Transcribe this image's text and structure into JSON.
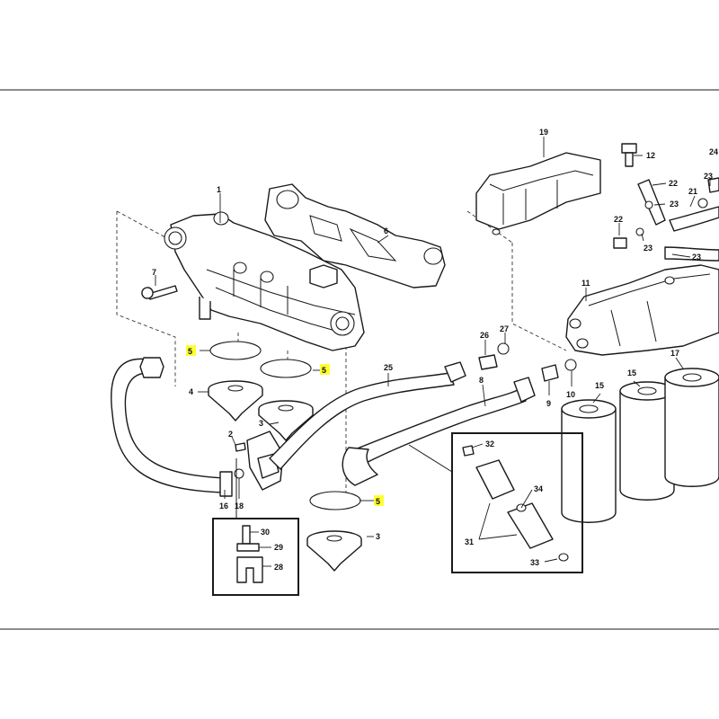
{
  "highlight_color": "#ffff33",
  "labels": {
    "p1": "1",
    "p2": "2",
    "p3a": "3",
    "p3b": "3",
    "p4": "4",
    "p5a": "5",
    "p5b": "5",
    "p5c": "5",
    "p6": "6",
    "p7": "7",
    "p8": "8",
    "p9": "9",
    "p10": "10",
    "p11": "11",
    "p12": "12",
    "p15a": "15",
    "p15b": "15",
    "p16": "16",
    "p17": "17",
    "p18": "18",
    "p19": "19",
    "p21": "21",
    "p22a": "22",
    "p22b": "22",
    "p23a": "23",
    "p23b": "23",
    "p23c": "23",
    "p23d": "23",
    "p24": "24",
    "p25": "25",
    "p26": "26",
    "p27": "27",
    "p28": "28",
    "p29": "29",
    "p30": "30",
    "p31": "31",
    "p32": "32",
    "p33": "33",
    "p34": "34"
  }
}
